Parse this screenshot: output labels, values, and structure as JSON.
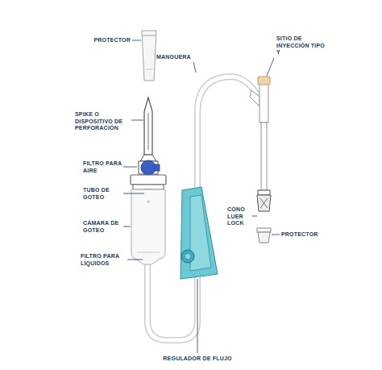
{
  "diagram": {
    "labels": [
      "PROTECTOR",
      "SITIO DE INYECCIÓN TIPO Y",
      "MANGUERA",
      "SPIKE O DISPOSITIVO DE PERFORACIÓN",
      "FILTRO PARA AIRE",
      "TUBO DE GOTEO",
      "CÁMARA DE GOTEO",
      "FILTRO PARA LÍQUIDOS",
      "CONO LUER LOCK",
      "PROTECTOR",
      "REGULADOR DE FLUJO"
    ]
  }
}
